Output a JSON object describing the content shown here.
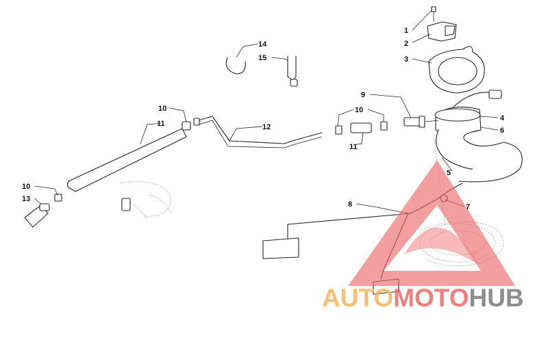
{
  "callouts": {
    "c1": "1",
    "c2": "2",
    "c3": "3",
    "c4": "4",
    "c5": "5",
    "c6": "6",
    "c7": "7",
    "c8": "8",
    "c9": "9",
    "c10a": "10",
    "c10b": "10",
    "c10c": "10",
    "c11a": "11",
    "c11b": "11",
    "c12": "12",
    "c13": "13",
    "c14": "14",
    "c15": "15"
  },
  "watermark": {
    "part1": "AUTO",
    "part2": "MOTO",
    "part3": "HUB",
    "color_auto": "#f5b461",
    "color_moto": "#ee6a6a",
    "color_hub": "#7a7a7a",
    "triangle_color": "#ee6a6a"
  }
}
